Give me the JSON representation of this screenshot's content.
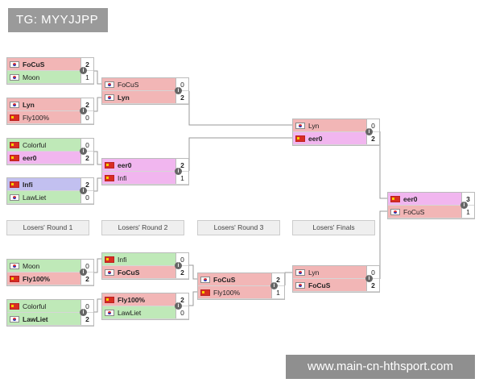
{
  "tag": "TG: MYYJJPP",
  "watermark": "www.main-cn-hthsport.com",
  "round_labels": [
    "Losers' Round 1",
    "Losers' Round 2",
    "Losers' Round 3",
    "Losers' Finals"
  ],
  "matches": [
    {
      "id": "ur1a",
      "p": [
        {
          "name": "FoCuS",
          "score": "2",
          "flag": "kr",
          "color": "pink",
          "win": true
        },
        {
          "name": "Moon",
          "score": "1",
          "flag": "kr",
          "color": "green",
          "win": false
        }
      ]
    },
    {
      "id": "ur1b",
      "p": [
        {
          "name": "Lyn",
          "score": "2",
          "flag": "kr",
          "color": "pink",
          "win": true
        },
        {
          "name": "Fly100%",
          "score": "0",
          "flag": "cn",
          "color": "pink",
          "win": false
        }
      ]
    },
    {
      "id": "ur1c",
      "p": [
        {
          "name": "Colorful",
          "score": "0",
          "flag": "cn",
          "color": "green",
          "win": false
        },
        {
          "name": "eer0",
          "score": "2",
          "flag": "cn",
          "color": "purple",
          "win": true
        }
      ]
    },
    {
      "id": "ur1d",
      "p": [
        {
          "name": "Infi",
          "score": "2",
          "flag": "cn",
          "color": "blue",
          "win": true
        },
        {
          "name": "LawLiet",
          "score": "0",
          "flag": "kr",
          "color": "green",
          "win": false
        }
      ]
    },
    {
      "id": "ur2a",
      "p": [
        {
          "name": "FoCuS",
          "score": "0",
          "flag": "kr",
          "color": "pink",
          "win": false
        },
        {
          "name": "Lyn",
          "score": "2",
          "flag": "kr",
          "color": "pink",
          "win": true
        }
      ]
    },
    {
      "id": "ur2b",
      "p": [
        {
          "name": "eer0",
          "score": "2",
          "flag": "cn",
          "color": "purple",
          "win": true
        },
        {
          "name": "Infi",
          "score": "1",
          "flag": "cn",
          "color": "purple",
          "win": false
        }
      ]
    },
    {
      "id": "ur3",
      "p": [
        {
          "name": "Lyn",
          "score": "0",
          "flag": "kr",
          "color": "pink",
          "win": false
        },
        {
          "name": "eer0",
          "score": "2",
          "flag": "cn",
          "color": "purple",
          "win": true
        }
      ]
    },
    {
      "id": "final",
      "p": [
        {
          "name": "eer0",
          "score": "3",
          "flag": "cn",
          "color": "purple",
          "win": true
        },
        {
          "name": "FoCuS",
          "score": "1",
          "flag": "kr",
          "color": "pink",
          "win": false
        }
      ]
    },
    {
      "id": "lr1a",
      "p": [
        {
          "name": "Moon",
          "score": "0",
          "flag": "kr",
          "color": "green",
          "win": false
        },
        {
          "name": "Fly100%",
          "score": "2",
          "flag": "cn",
          "color": "pink",
          "win": true
        }
      ]
    },
    {
      "id": "lr1b",
      "p": [
        {
          "name": "Colorful",
          "score": "0",
          "flag": "cn",
          "color": "green",
          "win": false
        },
        {
          "name": "LawLiet",
          "score": "2",
          "flag": "kr",
          "color": "green",
          "win": true
        }
      ]
    },
    {
      "id": "lr2a",
      "p": [
        {
          "name": "Infi",
          "score": "0",
          "flag": "cn",
          "color": "green",
          "win": false
        },
        {
          "name": "FoCuS",
          "score": "2",
          "flag": "kr",
          "color": "pink",
          "win": true
        }
      ]
    },
    {
      "id": "lr2b",
      "p": [
        {
          "name": "Fly100%",
          "score": "2",
          "flag": "cn",
          "color": "pink",
          "win": true
        },
        {
          "name": "LawLiet",
          "score": "0",
          "flag": "kr",
          "color": "green",
          "win": false
        }
      ]
    },
    {
      "id": "lr3",
      "p": [
        {
          "name": "FoCuS",
          "score": "2",
          "flag": "kr",
          "color": "pink",
          "win": true
        },
        {
          "name": "Fly100%",
          "score": "1",
          "flag": "cn",
          "color": "pink",
          "win": false
        }
      ]
    },
    {
      "id": "lf",
      "p": [
        {
          "name": "Lyn",
          "score": "0",
          "flag": "kr",
          "color": "pink",
          "win": false
        },
        {
          "name": "FoCuS",
          "score": "2",
          "flag": "kr",
          "color": "pink",
          "win": true
        }
      ]
    }
  ],
  "colors": {
    "pink": "#f2b6b6",
    "green": "#bfe9b8",
    "blue": "#c2c0f0",
    "purple": "#f1b6ef"
  }
}
